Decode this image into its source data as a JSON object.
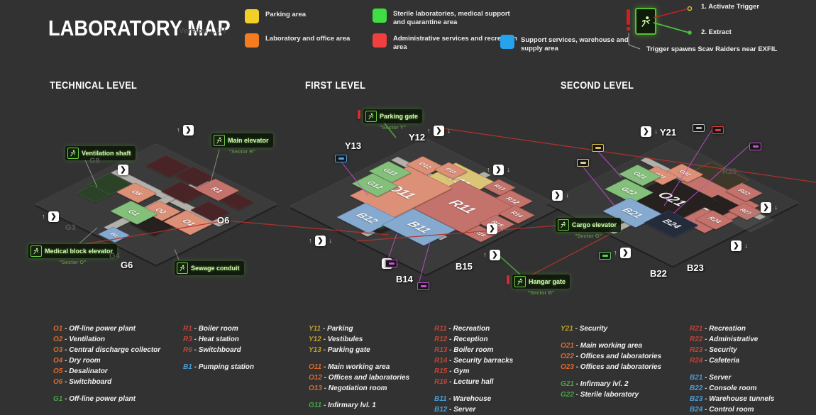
{
  "header": {
    "title": "LABORATORY MAP",
    "version": "Version 1.1H"
  },
  "area_legend": [
    {
      "label": "Parking area",
      "color": "#f2cf28"
    },
    {
      "label": "Laboratory and office area",
      "color": "#f47b20"
    },
    {
      "label": "Sterile laboratories, medical support and quarantine area",
      "color": "#3fdf43"
    },
    {
      "label": "Administrative services and recreation area",
      "color": "#ef3f3f"
    },
    {
      "label": "Support services, warehouse and supply area",
      "color": "#26a3ef"
    }
  ],
  "trigger": {
    "step1": "1. Activate Trigger",
    "step2": "2. Extract",
    "note": "Trigger spawns Scav Raiders near EXFIL"
  },
  "code_colors": {
    "O": "#d96a2b",
    "R": "#bf4538",
    "B": "#4a9bd6",
    "Y": "#bd9e2e",
    "G": "#46a546"
  },
  "levels": [
    {
      "name": "TECHNICAL LEVEL",
      "rooms": [
        "",
        "",
        "",
        "",
        "",
        "",
        "",
        "",
        "",
        "",
        "",
        "R1",
        "O1",
        "O2",
        "O5",
        "G1",
        "B1"
      ],
      "exits": [
        {
          "label": "Ventilation shaft",
          "sector": ""
        },
        {
          "label": "Main elevator",
          "sector": "\"Sector R\""
        },
        {
          "label": "Medical block elevator",
          "sector": "\"Sector O\""
        },
        {
          "label": "Sewage conduit",
          "sector": ""
        }
      ],
      "bold_codes": [
        "O6",
        "G6"
      ],
      "faded_codes": [
        "G8",
        "G3",
        "G4"
      ]
    },
    {
      "name": "FIRST LEVEL",
      "rooms": [
        "",
        "",
        "",
        "",
        "",
        "",
        "Y11",
        "R13",
        "R12",
        "R11",
        "R14",
        "R15",
        "R16",
        "O12",
        "O13",
        "O11",
        "G11",
        "G12",
        "B12",
        "B11"
      ],
      "exits": [
        {
          "label": "Parking gate",
          "sector": "\"Sector Y\""
        },
        {
          "label": "Hangar gate",
          "sector": "\"Sector B\""
        }
      ],
      "bold_codes": [
        "Y13",
        "Y12",
        "B14",
        "B15"
      ],
      "faded_codes": []
    },
    {
      "name": "SECOND LEVEL",
      "rooms": [
        "",
        "",
        "",
        "",
        "R21",
        "",
        "O21",
        "R22",
        "R23",
        "R24",
        "O22",
        "O23",
        "G21",
        "G22",
        "B21",
        "B24",
        ""
      ],
      "exits": [
        {
          "label": "Cargo elevator",
          "sector": "\"Sector G\""
        }
      ],
      "bold_codes": [
        "Y21",
        "B22",
        "B23"
      ],
      "faded_codes": [
        "R25"
      ]
    }
  ],
  "room_lists": {
    "columns": [
      [
        {
          "code": "O1",
          "name": "Off-line power plant"
        },
        {
          "code": "O2",
          "name": "Ventilation"
        },
        {
          "code": "O3",
          "name": "Central discharge collector"
        },
        {
          "code": "O4",
          "name": "Dry room"
        },
        {
          "code": "O5",
          "name": "Desalinator"
        },
        {
          "code": "O6",
          "name": "Switchboard"
        },
        {
          "code": "G1",
          "name": "Off-line power plant",
          "gap": true
        }
      ],
      [
        {
          "code": "R1",
          "name": "Boiler room"
        },
        {
          "code": "R3",
          "name": "Heat station"
        },
        {
          "code": "R6",
          "name": "Switchboard"
        },
        {
          "code": "B1",
          "name": "Pumping station",
          "gap": true
        }
      ],
      [
        {
          "code": "Y11",
          "name": "Parking"
        },
        {
          "code": "Y12",
          "name": "Vestibules"
        },
        {
          "code": "Y13",
          "name": "Parking gate"
        },
        {
          "code": "O11",
          "name": "Main working area",
          "gap": true
        },
        {
          "code": "O12",
          "name": "Offices and laboratories"
        },
        {
          "code": "O13",
          "name": "Negotiation room"
        },
        {
          "code": "G11",
          "name": "Infirmary lvl. 1",
          "gap": true
        }
      ],
      [
        {
          "code": "R11",
          "name": "Recreation"
        },
        {
          "code": "R12",
          "name": "Reception"
        },
        {
          "code": "R13",
          "name": "Boiler room"
        },
        {
          "code": "R14",
          "name": "Security barracks"
        },
        {
          "code": "R15",
          "name": "Gym"
        },
        {
          "code": "R16",
          "name": "Lecture hall"
        },
        {
          "code": "B11",
          "name": "Warehouse",
          "gap": true
        },
        {
          "code": "B12",
          "name": "Server"
        }
      ],
      [
        {
          "code": "Y21",
          "name": "Security"
        },
        {
          "code": "O21",
          "name": "Main working area",
          "gap": true
        },
        {
          "code": "O22",
          "name": "Offices and laboratories"
        },
        {
          "code": "O23",
          "name": "Offices and laboratories"
        },
        {
          "code": "G21",
          "name": "Infirmary lvl. 2",
          "gap": true
        },
        {
          "code": "G22",
          "name": "Sterile laboratory"
        }
      ],
      [
        {
          "code": "R21",
          "name": "Recreation"
        },
        {
          "code": "R22",
          "name": "Administrative"
        },
        {
          "code": "R23",
          "name": "Security"
        },
        {
          "code": "R24",
          "name": "Cafeteria"
        },
        {
          "code": "B21",
          "name": "Server",
          "gap": true
        },
        {
          "code": "B22",
          "name": "Console room"
        },
        {
          "code": "B23",
          "name": "Warehouse tunnels"
        },
        {
          "code": "B24",
          "name": "Control room"
        }
      ]
    ]
  }
}
